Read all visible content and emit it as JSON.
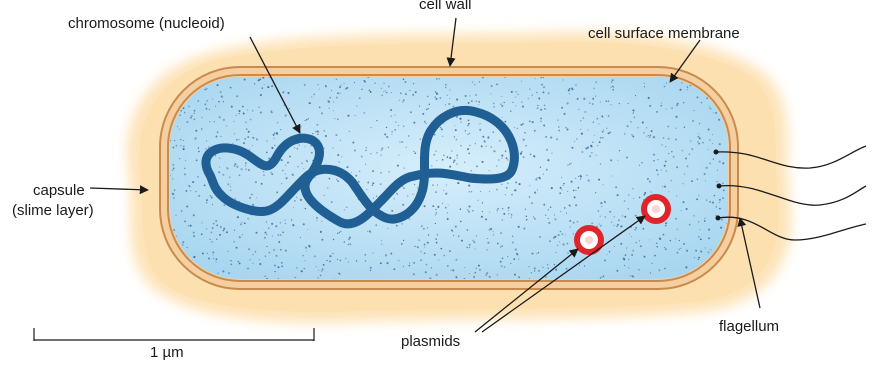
{
  "labels": {
    "chromosome": "chromosome (nucleoid)",
    "cell_wall": "cell wall",
    "cell_surface_membrane": "cell surface membrane",
    "capsule_line1": "capsule",
    "capsule_line2": "(slime layer)",
    "plasmids": "plasmids",
    "flagellum": "flagellum",
    "scale_bar": "1 µm"
  },
  "colors": {
    "capsule": "#fde3b8",
    "cell_wall": "#c98a4e",
    "cytoplasm": "#bfe2f5",
    "cytoplasm_edge": "#a6d3ee",
    "chromosome": "#1f5f94",
    "plasmid": "#e0242a",
    "speckle": "#2a5d8f",
    "line": "#1a1a1a"
  }
}
